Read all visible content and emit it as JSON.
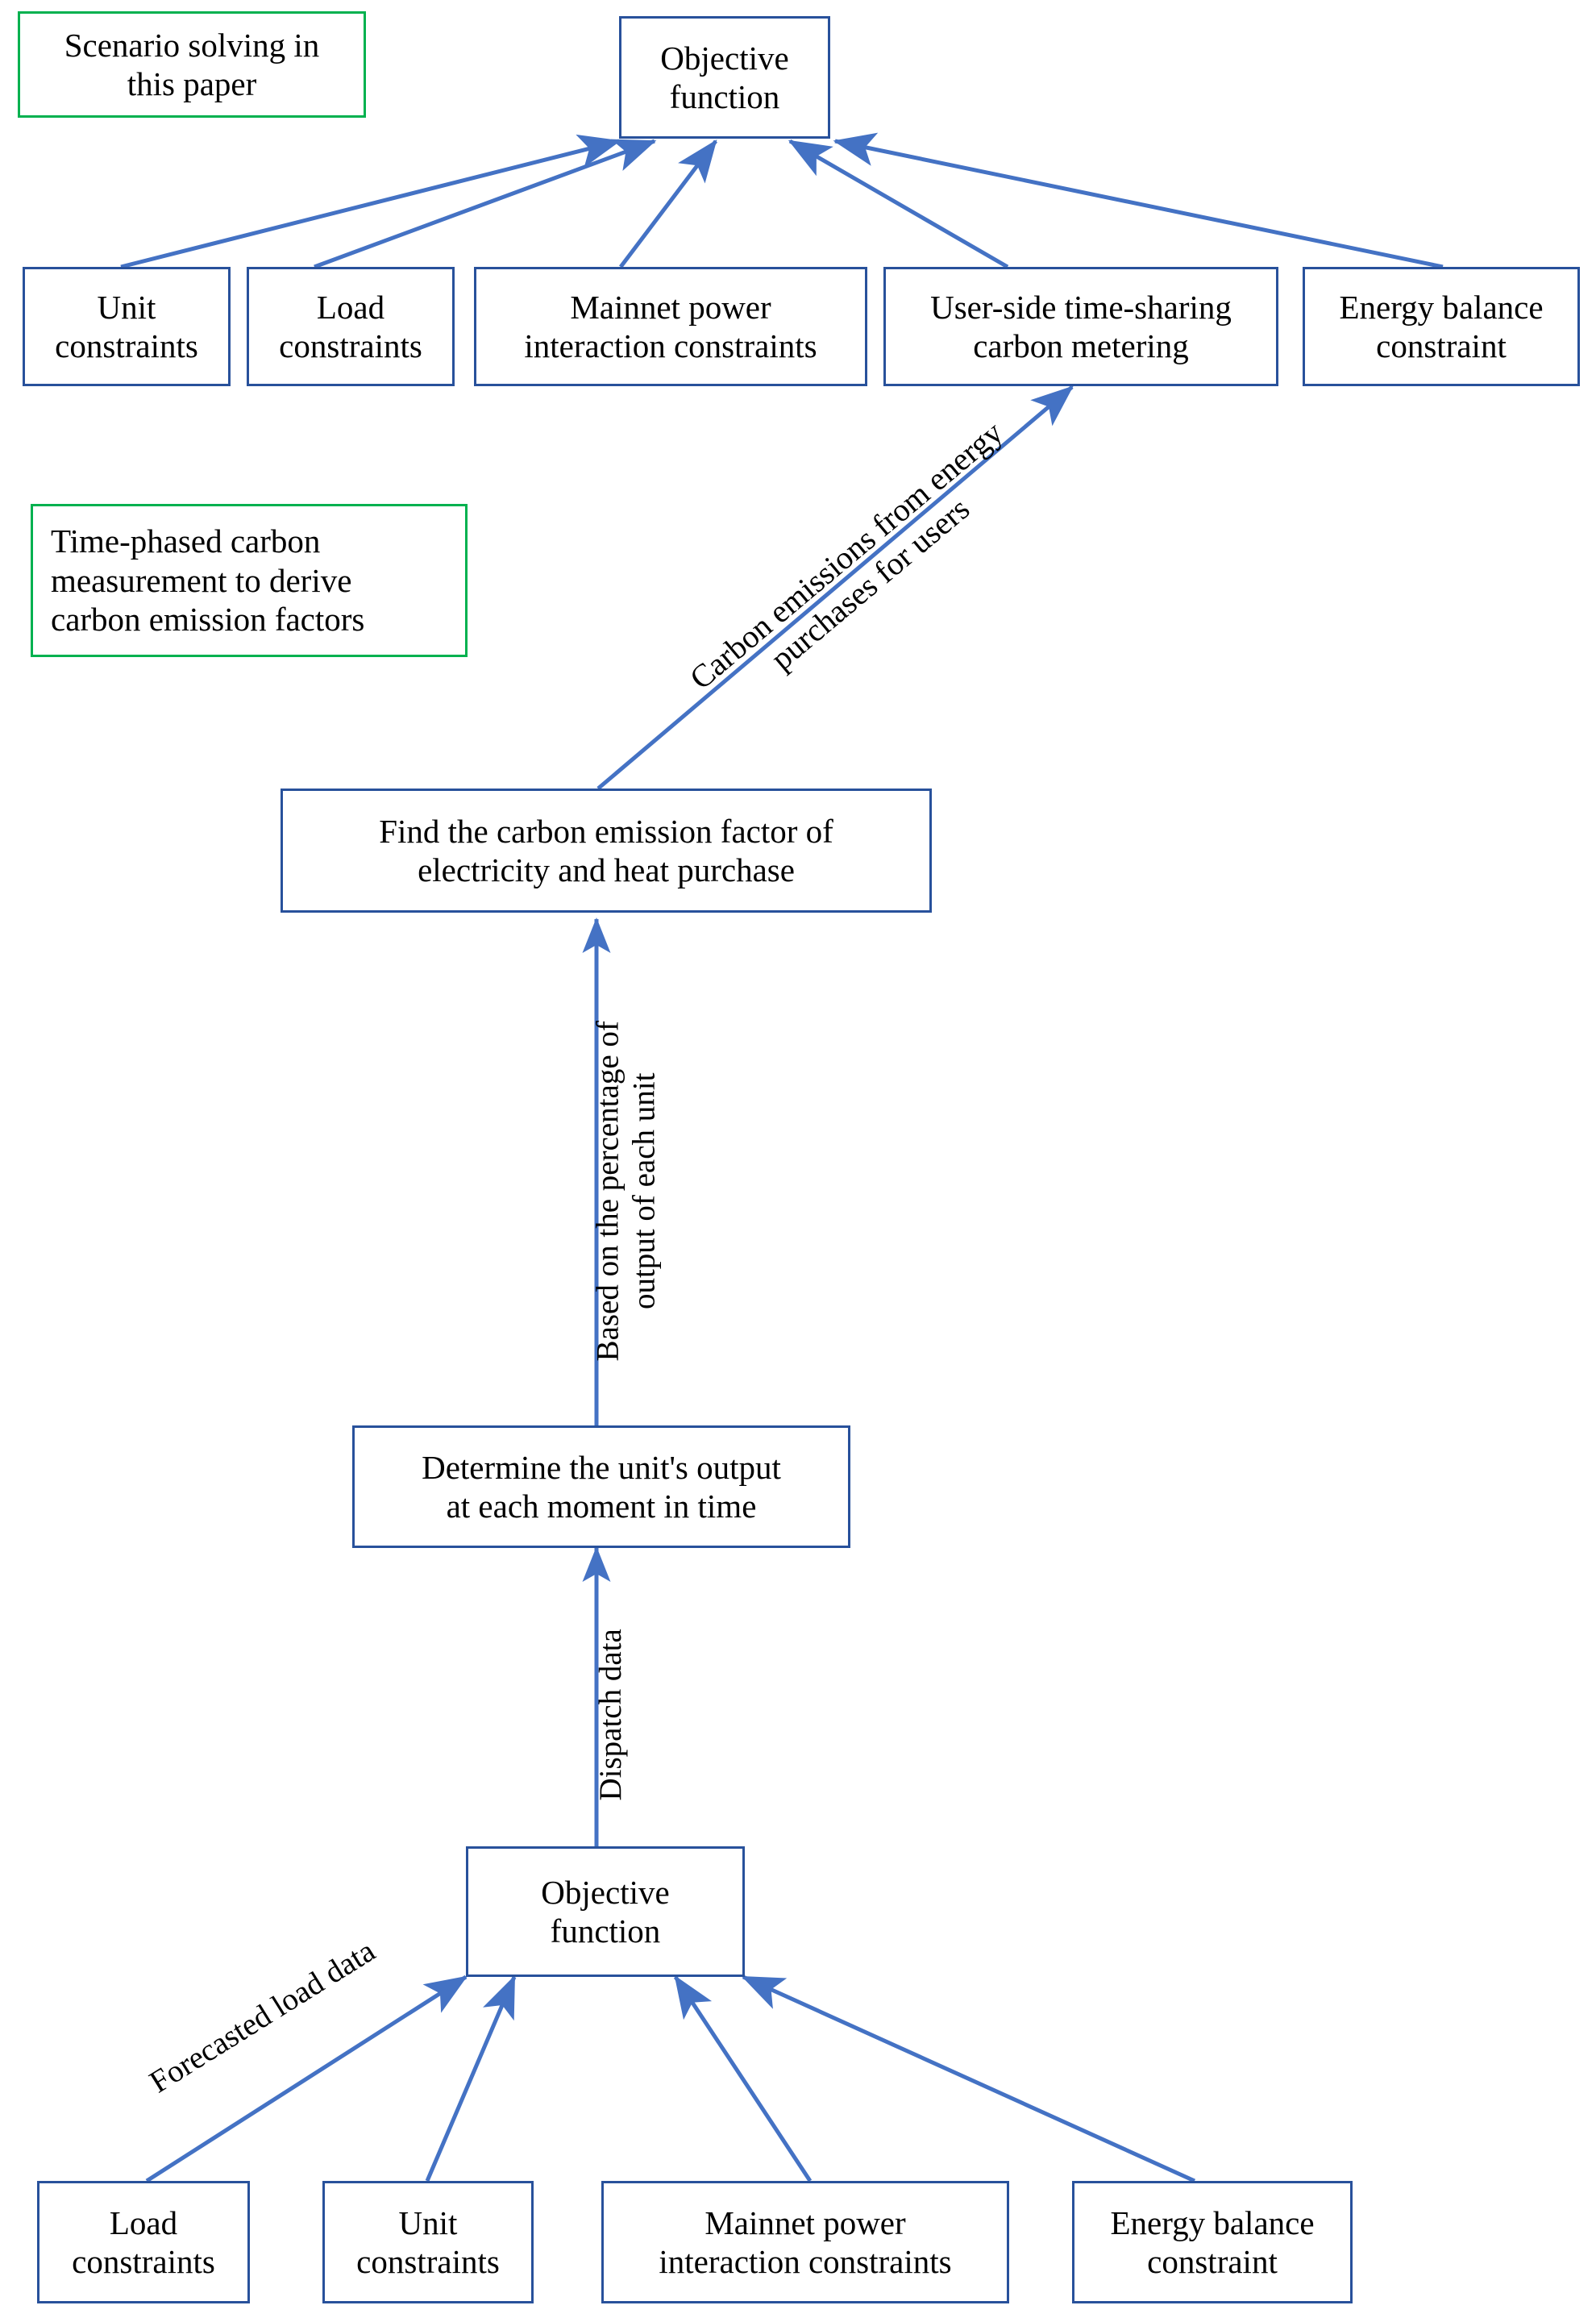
{
  "figure": {
    "kind": "flowchart",
    "background": "#ffffff",
    "colors": {
      "box_border_blue": "#28519B",
      "box_border_green": "#00B14F",
      "arrow": "#4472C4",
      "text": "#000000"
    }
  },
  "nodes": {
    "scenario_note": "Scenario solving in\nthis paper",
    "objective_top": "Objective\nfunction",
    "unit_constraints_top": "Unit\nconstraints",
    "load_constraints_top": "Load\nconstraints",
    "mainnet_top": "Mainnet power\ninteraction constraints",
    "user_side_metering": "User-side time-sharing\ncarbon metering",
    "energy_balance_top": "Energy balance\nconstraint",
    "timephase_note": "Time-phased carbon\nmeasurement to derive\ncarbon emission factors",
    "find_factor": "Find the carbon emission factor of\nelectricity and heat purchase",
    "determine_output": "Determine the unit's output\nat each moment in time",
    "objective_bottom": "Objective\nfunction",
    "load_constraints_bottom": "Load\nconstraints",
    "unit_constraints_bottom": "Unit\nconstraints",
    "mainnet_bottom": "Mainnet power\ninteraction constraints",
    "energy_balance_bottom": "Energy balance\nconstraint"
  },
  "edge_labels": {
    "carbon_emissions": "Carbon emissions from energy\npurchases for users",
    "based_on_percentage": "Based on the percentage of\noutput of each unit",
    "dispatch_data": "Dispatch data",
    "forecasted_load": "Forecasted load data"
  }
}
